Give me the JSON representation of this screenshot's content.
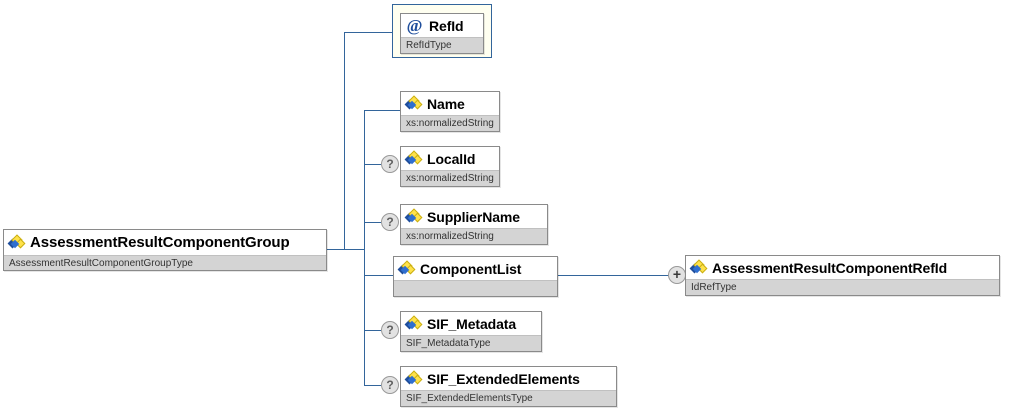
{
  "diagram": {
    "type": "xml-schema-tree",
    "root": {
      "name": "AssessmentResultComponentGroup",
      "type": "AssessmentResultComponentGroupType",
      "icon": "element-icon"
    },
    "attributes": [
      {
        "name": "RefId",
        "type": "RefIdType",
        "icon": "attribute-icon",
        "occurrence": ""
      }
    ],
    "elements": [
      {
        "name": "Name",
        "type": "xs:normalizedString",
        "icon": "element-icon",
        "occurrence": ""
      },
      {
        "name": "LocalId",
        "type": "xs:normalizedString",
        "icon": "element-icon",
        "occurrence": "?"
      },
      {
        "name": "SupplierName",
        "type": "xs:normalizedString",
        "icon": "element-icon",
        "occurrence": "?"
      },
      {
        "name": "ComponentList",
        "type": "",
        "icon": "element-icon",
        "occurrence": ""
      },
      {
        "name": "SIF_Metadata",
        "type": "SIF_MetadataType",
        "icon": "element-icon",
        "occurrence": "?"
      },
      {
        "name": "SIF_ExtendedElements",
        "type": "SIF_ExtendedElementsType",
        "icon": "element-icon",
        "occurrence": "?"
      }
    ],
    "children": [
      {
        "name": "AssessmentResultComponentRefId",
        "type": "IdRefType",
        "icon": "element-icon",
        "expander": "+",
        "parent": "ComponentList"
      }
    ],
    "colors": {
      "connector": "#33659b",
      "node_border": "#8a8a8a",
      "node_title_bg": "#ffffff",
      "node_type_bg": "#d4d4d4",
      "attribute_wrap_bg": "#fffff0",
      "attribute_wrap_border": "#33659b",
      "marker_bg": "#e2e2e2",
      "icon_blue": "#1f4e9c",
      "icon_yellow": "#ffe24a"
    }
  }
}
